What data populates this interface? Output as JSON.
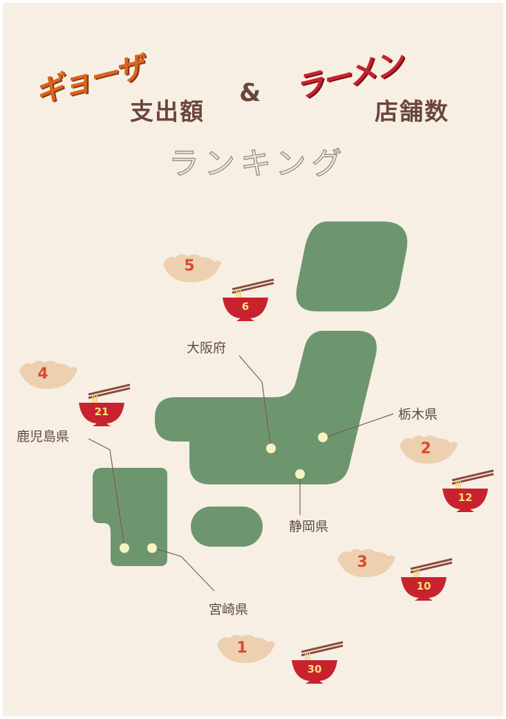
{
  "title": {
    "gyoza": "ギョーザ",
    "ramen": "ラーメン",
    "spending": "支出額",
    "ampersand": "&",
    "shops": "店舗数",
    "ranking": "ランキング"
  },
  "colors": {
    "background": "#f7efe4",
    "land": "#6e966e",
    "gyoza_title": "#d8651f",
    "ramen_title": "#c8222e",
    "bowl": "#c8222e",
    "gyoza": "#edd0b0",
    "rank_number": "#d94a2e",
    "bowl_number": "#f5e27a",
    "marker": "#f7f3c0",
    "text": "#5e4a44"
  },
  "prefectures": {
    "osaka": "大阪府",
    "tochigi": "栃木県",
    "kagoshima": "鹿児島県",
    "shizuoka": "静岡県",
    "miyazaki": "宮崎県"
  },
  "badges": [
    {
      "id": "top",
      "gyoza_rank": "5",
      "ramen_count": "6"
    },
    {
      "id": "west",
      "gyoza_rank": "4",
      "ramen_count": "21"
    },
    {
      "id": "tochigi",
      "gyoza_rank": "2",
      "ramen_count": "12"
    },
    {
      "id": "shizuoka",
      "gyoza_rank": "3",
      "ramen_count": "10"
    },
    {
      "id": "bottom",
      "gyoza_rank": "1",
      "ramen_count": "30"
    }
  ]
}
